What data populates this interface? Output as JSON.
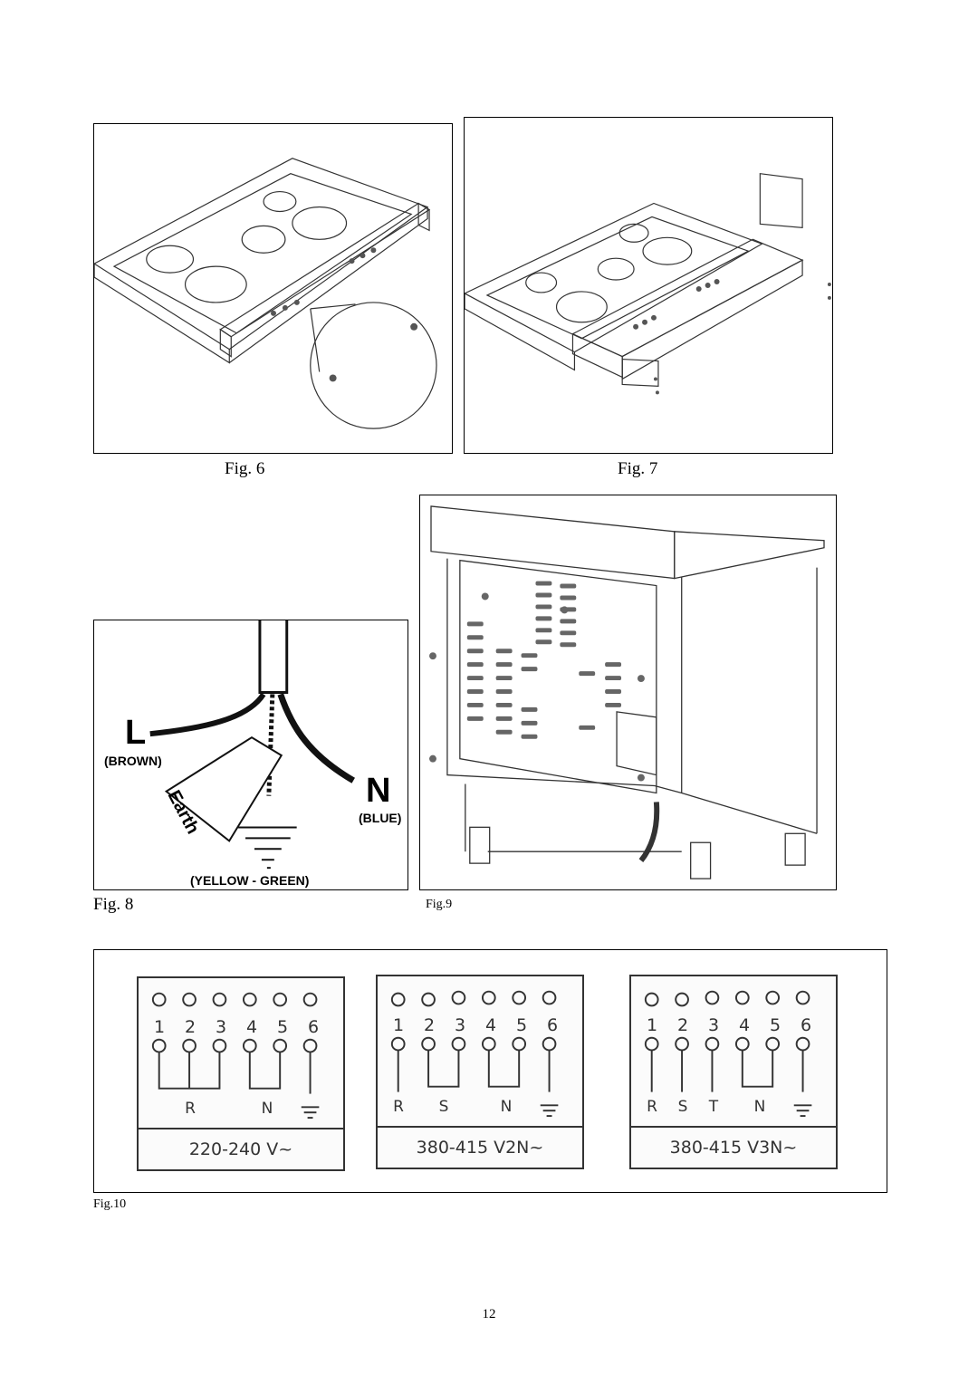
{
  "figures": {
    "fig6": {
      "caption": "Fig. 6"
    },
    "fig7": {
      "caption": "Fig. 7"
    },
    "fig8": {
      "caption": "Fig. 8",
      "live_letter": "L",
      "live_color": "(BROWN)",
      "neutral_letter": "N",
      "neutral_color": "(BLUE)",
      "earth_color": "(YELLOW - GREEN)",
      "tag_text": "Earth"
    },
    "fig9": {
      "caption": "Fig.9"
    },
    "fig10": {
      "caption": "Fig.10",
      "terminal_numbers": [
        "1",
        "2",
        "3",
        "4",
        "5",
        "6"
      ],
      "blocks": [
        {
          "voltage": "220-240 V~",
          "phases": [
            "R",
            "N"
          ]
        },
        {
          "voltage": "380-415 V2N~",
          "phases": [
            "R",
            "S",
            "N"
          ]
        },
        {
          "voltage": "380-415 V3N~",
          "phases": [
            "R",
            "S",
            "T",
            "N"
          ]
        }
      ]
    }
  },
  "page_number": "12"
}
